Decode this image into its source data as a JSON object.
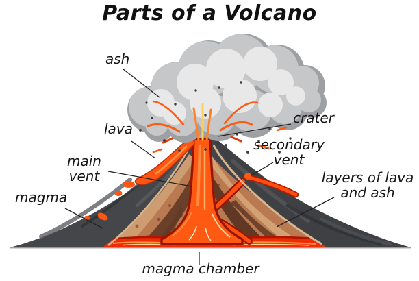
{
  "title": "Parts of a Volcano",
  "diagram": {
    "labels": {
      "ash": "ash",
      "lava": "lava",
      "main_vent": "main vent",
      "magma": "magma",
      "crater": "crater",
      "secondary_vent": "secondary vent",
      "layers_of_lava_and_ash": "layers of lava and ash",
      "magma_chamber": "magma chamber"
    }
  },
  "colors": {
    "background": "#ffffff",
    "label_text": "#161616",
    "pointer_line": "#222222",
    "rock_dark": "#3f4144",
    "rock_highlight": "#5d5f63",
    "layer_tan": "#d2a275",
    "layer_brown": "#b97a52",
    "layer_brown_dark": "#6a3f29",
    "lava_orange": "#ff5a14",
    "lava_highlight": "#ffb066",
    "magma_red": "#ee2d06",
    "vent_border": "#9a1402",
    "smoke_mid": "#c6c7c9",
    "smoke_dark": "#9fa0a3",
    "smoke_light": "#e8e8e9",
    "ash_speck": "#3b3b3b",
    "baseline_gray": "#9b9b9b"
  }
}
